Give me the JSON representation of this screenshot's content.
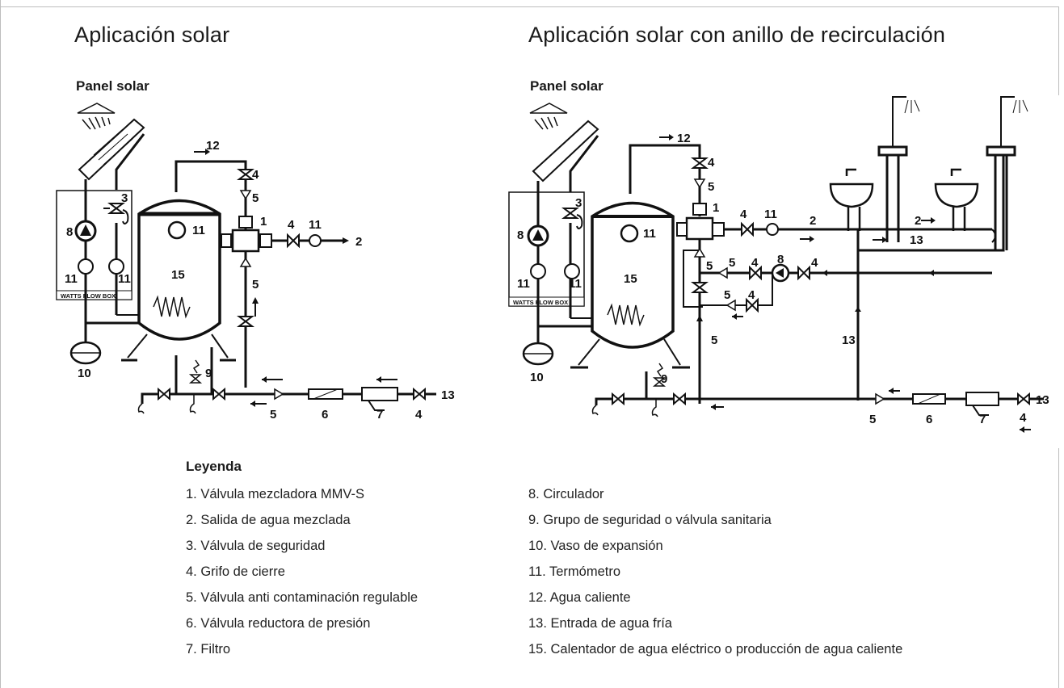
{
  "titles": {
    "left": "Aplicación solar",
    "right": "Aplicación solar con anillo de recirculación"
  },
  "subtitles": {
    "left": "Panel solar",
    "right": "Panel solar"
  },
  "box_label": "WATTS FLOW BOX",
  "callouts": {
    "n1": "1",
    "n2": "2",
    "n3": "3",
    "n4": "4",
    "n5": "5",
    "n6": "6",
    "n7": "7",
    "n8": "8",
    "n9": "9",
    "n10": "10",
    "n11": "11",
    "n12": "12",
    "n13": "13",
    "n15": "15"
  },
  "legend": {
    "heading": "Leyenda",
    "col1": [
      "1. Válvula mezcladora MMV-S",
      "2. Salida de agua mezclada",
      "3. Válvula de seguridad",
      "4. Grifo de cierre",
      "5. Válvula anti contaminación regulable",
      "6. Válvula reductora de presión",
      "7. Filtro"
    ],
    "col2": [
      "8. Circulador",
      "9. Grupo de seguridad o válvula sanitaria",
      "10. Vaso de expansión",
      "11. Termómetro",
      "12. Agua caliente",
      "13. Entrada de agua fría",
      "15. Calentador de agua eléctrico o producción de agua caliente"
    ]
  },
  "colors": {
    "line": "#111111",
    "frame": "#bdbdbd",
    "text": "#1a1a1a"
  }
}
